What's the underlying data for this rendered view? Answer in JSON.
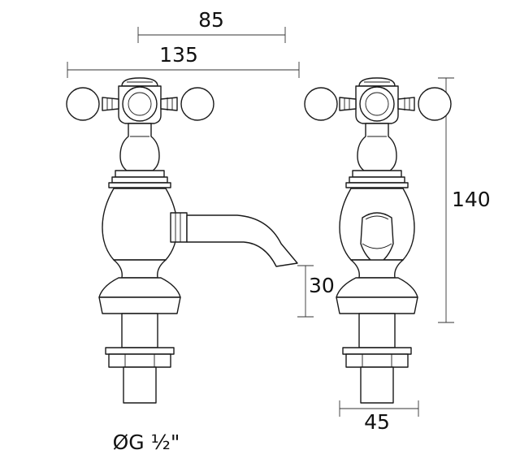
{
  "dimensions": {
    "width_spout": "85",
    "width_overall": "135",
    "height_overall": "140",
    "spout_clearance": "30",
    "base_width": "45",
    "thread": "ØG ½\""
  }
}
